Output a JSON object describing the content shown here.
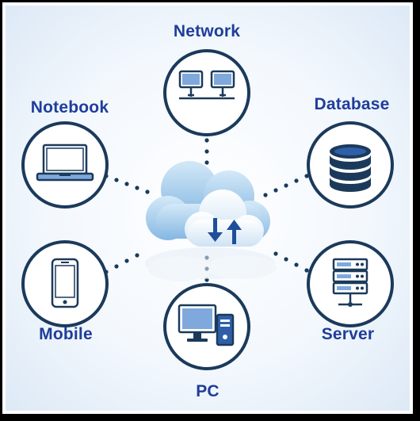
{
  "nodes": {
    "network": {
      "label": "Network"
    },
    "notebook": {
      "label": "Notebook"
    },
    "database": {
      "label": "Database"
    },
    "mobile": {
      "label": "Mobile"
    },
    "server": {
      "label": "Server"
    },
    "pc": {
      "label": "PC"
    }
  },
  "center": {
    "icon": "cloud-upload-download-icon"
  },
  "colors": {
    "ring": "#1b3a5b",
    "label": "#1f3d9a",
    "icon_stroke": "#1b3a5b",
    "icon_fill": "#2f5fa8",
    "dots": "#1b3a5b",
    "cloud_light": "#e3f1fb",
    "cloud_mid": "#aacfee",
    "arrows": "#1f4f9a"
  }
}
